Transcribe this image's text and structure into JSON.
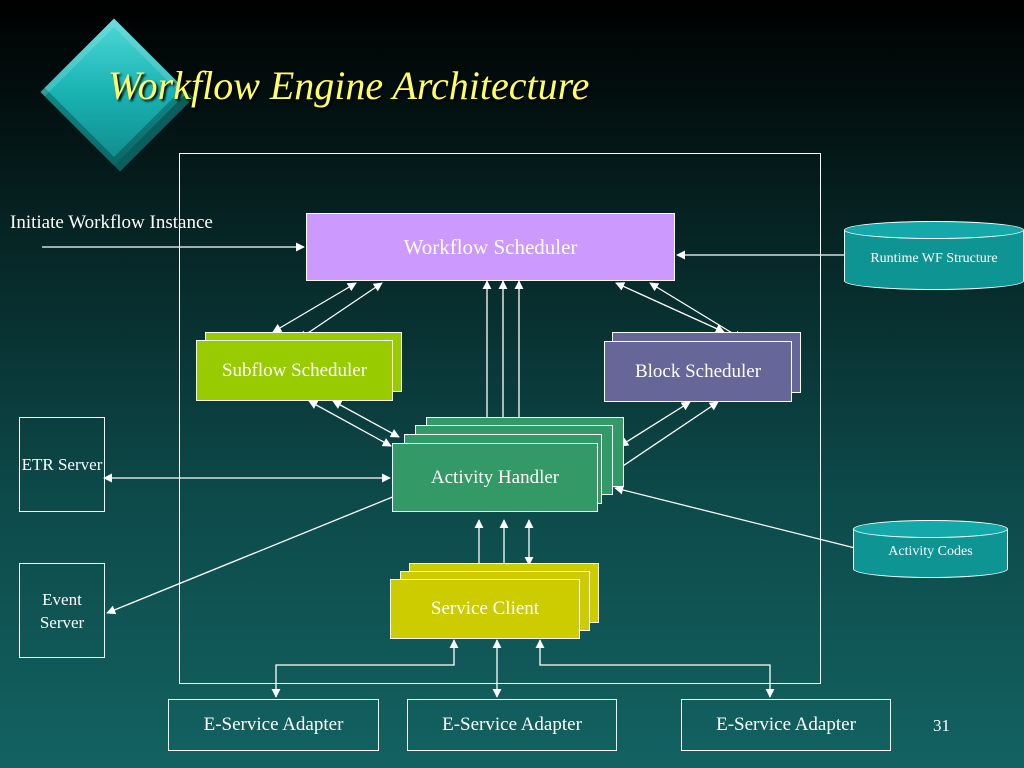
{
  "slide": {
    "title": "Workflow Engine Architecture",
    "page_number": "31",
    "colors": {
      "title": "#ffff66",
      "workflow_scheduler": "#cc99ff",
      "subflow_scheduler": "#99cc00",
      "block_scheduler": "#666699",
      "activity_handler": "#339966",
      "service_client": "#cccc00",
      "store": "#0f9494"
    }
  },
  "diagram": {
    "caption_initiate": "Initiate Workflow Instance",
    "workflow_scheduler": "Workflow Scheduler",
    "subflow_scheduler": "Subflow Scheduler",
    "block_scheduler": "Block Scheduler",
    "activity_handler": "Activity Handler",
    "service_client": "Service Client",
    "etr_server": "ETR Server",
    "event_server": "Event Server",
    "runtime_wf_structure": "Runtime WF Structure",
    "activity_codes": "Activity Codes",
    "adapters": [
      "E-Service Adapter",
      "E-Service Adapter",
      "E-Service Adapter"
    ]
  }
}
